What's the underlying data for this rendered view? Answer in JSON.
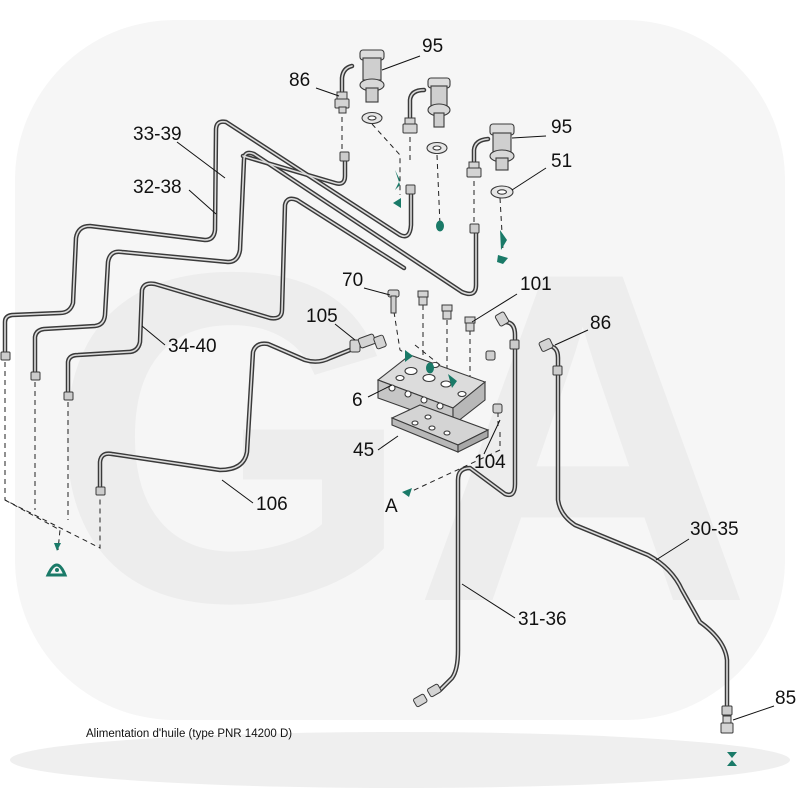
{
  "caption": "Alimentation d'huile (type PNR 14200 D)",
  "watermark": {
    "text": "GA",
    "color": "#f2f2f2"
  },
  "colors": {
    "line": "#3a3a3a",
    "accent": "#1a7a68",
    "part_fill": "#cccccc",
    "part_fill_light": "#dcdcdc"
  },
  "callouts": {
    "c95a": "95",
    "c86a": "86",
    "c95b": "95",
    "c51": "51",
    "c3339": "33-39",
    "c3238": "32-38",
    "c70": "70",
    "c101": "101",
    "c105": "105",
    "c86b": "86",
    "c3440": "34-40",
    "c6": "6",
    "c45": "45",
    "c104": "104",
    "cA": "A",
    "c106": "106",
    "c3035": "30-35",
    "c3136": "31-36",
    "c85": "85"
  }
}
